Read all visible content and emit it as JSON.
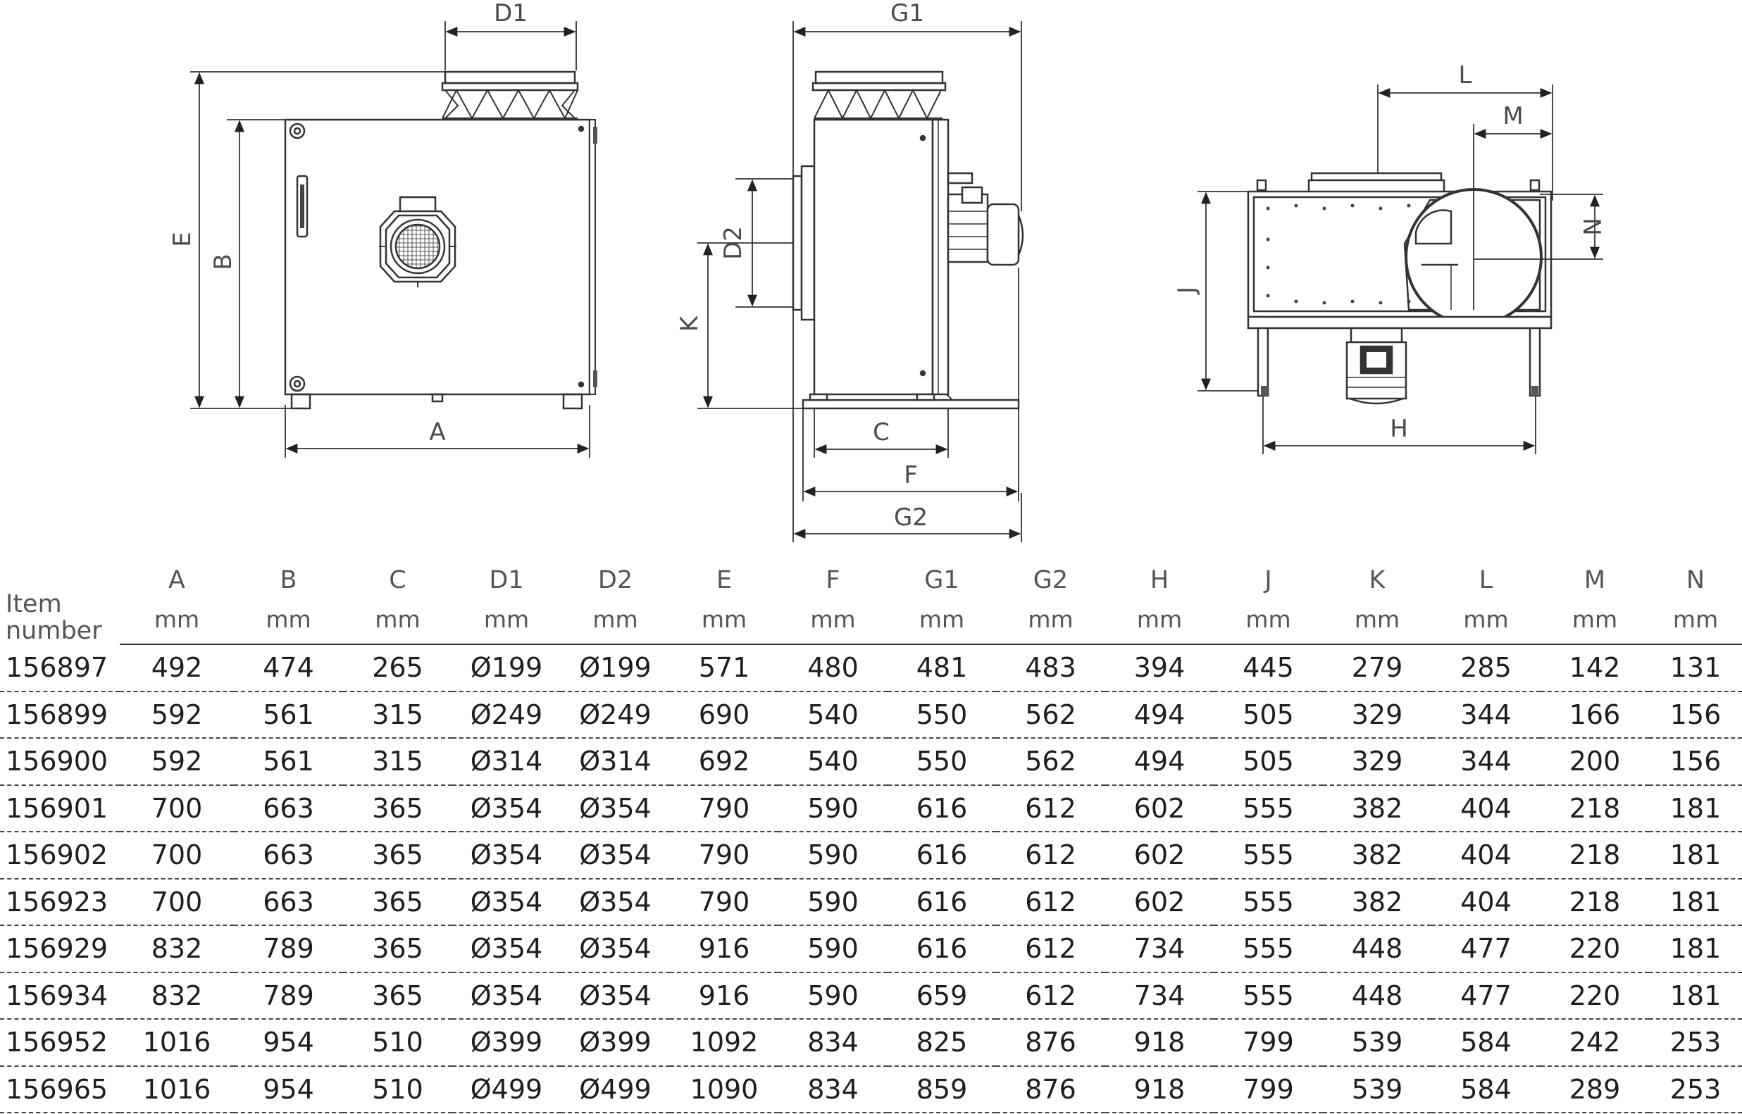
{
  "drawing": {
    "front_view": {
      "labels": {
        "D1": "D1",
        "E": "E",
        "B": "B",
        "A": "A"
      }
    },
    "side_view": {
      "labels": {
        "G1": "G1",
        "D2": "D2",
        "K": "K",
        "C": "C",
        "F": "F",
        "G2": "G2"
      }
    },
    "top_view": {
      "labels": {
        "L": "L",
        "M": "M",
        "N": "N",
        "J": "J",
        "H": "H"
      }
    }
  },
  "table": {
    "item_header": [
      "Item",
      "number"
    ],
    "columns": [
      "A",
      "B",
      "C",
      "D1",
      "D2",
      "E",
      "F",
      "G1",
      "G2",
      "H",
      "J",
      "K",
      "L",
      "M",
      "N"
    ],
    "units": [
      "mm",
      "mm",
      "mm",
      "mm",
      "mm",
      "mm",
      "mm",
      "mm",
      "mm",
      "mm",
      "mm",
      "mm",
      "mm",
      "mm",
      "mm"
    ],
    "rows": [
      [
        "156897",
        "492",
        "474",
        "265",
        "Ø199",
        "Ø199",
        "571",
        "480",
        "481",
        "483",
        "394",
        "445",
        "279",
        "285",
        "142",
        "131"
      ],
      [
        "156899",
        "592",
        "561",
        "315",
        "Ø249",
        "Ø249",
        "690",
        "540",
        "550",
        "562",
        "494",
        "505",
        "329",
        "344",
        "166",
        "156"
      ],
      [
        "156900",
        "592",
        "561",
        "315",
        "Ø314",
        "Ø314",
        "692",
        "540",
        "550",
        "562",
        "494",
        "505",
        "329",
        "344",
        "200",
        "156"
      ],
      [
        "156901",
        "700",
        "663",
        "365",
        "Ø354",
        "Ø354",
        "790",
        "590",
        "616",
        "612",
        "602",
        "555",
        "382",
        "404",
        "218",
        "181"
      ],
      [
        "156902",
        "700",
        "663",
        "365",
        "Ø354",
        "Ø354",
        "790",
        "590",
        "616",
        "612",
        "602",
        "555",
        "382",
        "404",
        "218",
        "181"
      ],
      [
        "156923",
        "700",
        "663",
        "365",
        "Ø354",
        "Ø354",
        "790",
        "590",
        "616",
        "612",
        "602",
        "555",
        "382",
        "404",
        "218",
        "181"
      ],
      [
        "156929",
        "832",
        "789",
        "365",
        "Ø354",
        "Ø354",
        "916",
        "590",
        "616",
        "612",
        "734",
        "555",
        "448",
        "477",
        "220",
        "181"
      ],
      [
        "156934",
        "832",
        "789",
        "365",
        "Ø354",
        "Ø354",
        "916",
        "590",
        "659",
        "612",
        "734",
        "555",
        "448",
        "477",
        "220",
        "181"
      ],
      [
        "156952",
        "1016",
        "954",
        "510",
        "Ø399",
        "Ø399",
        "1092",
        "834",
        "825",
        "876",
        "918",
        "799",
        "539",
        "584",
        "242",
        "253"
      ],
      [
        "156965",
        "1016",
        "954",
        "510",
        "Ø499",
        "Ø499",
        "1090",
        "834",
        "859",
        "876",
        "918",
        "799",
        "539",
        "584",
        "289",
        "253"
      ]
    ]
  }
}
